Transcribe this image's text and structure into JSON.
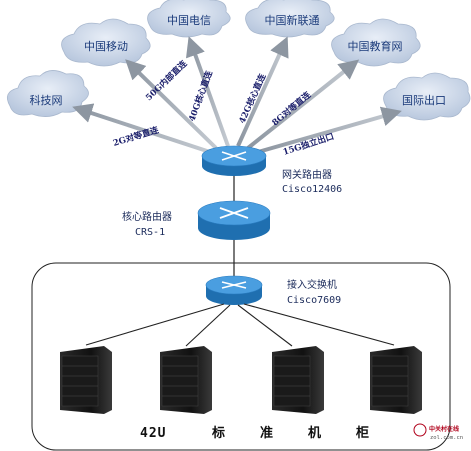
{
  "clouds": [
    {
      "label": "科技网"
    },
    {
      "label": "中国移动"
    },
    {
      "label": "中国电信"
    },
    {
      "label": "中国新联通"
    },
    {
      "label": "中国教育网"
    },
    {
      "label": "国际出口"
    }
  ],
  "links": [
    {
      "label": "2G对等直连"
    },
    {
      "label": "50G内部直连"
    },
    {
      "label": "40G核心直连"
    },
    {
      "label": "42G核心直连"
    },
    {
      "label": "8G对等直连"
    },
    {
      "label": "15G独立出口"
    }
  ],
  "devices": {
    "gateway": {
      "name": "网关路由器",
      "model": "Cisco12406"
    },
    "core": {
      "name": "核心路由器",
      "model": "CRS-1"
    },
    "access": {
      "name": "接入交换机",
      "model": "Cisco7609"
    }
  },
  "cabinets": {
    "label_size": "42U",
    "label_chars": [
      "标",
      "准",
      "机",
      "柜"
    ]
  },
  "watermark": {
    "name": "中关村在线",
    "url": "zol.com.cn"
  },
  "colors": {
    "cloud": "#c9d6ea",
    "arrow": "#9aa3ad",
    "router_top": "#4a9ee0",
    "router_side": "#1f6fb0"
  }
}
